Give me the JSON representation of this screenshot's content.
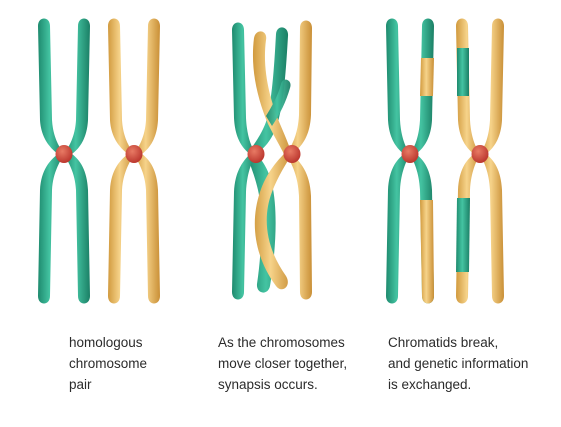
{
  "colors": {
    "green": "#2aa888",
    "yellow": "#e9bb63",
    "centromere": "#d64a3a",
    "text": "#2b2b2b",
    "background": "#ffffff"
  },
  "panels": [
    {
      "name": "homologous-pair",
      "caption_lines": [
        "homologous",
        "chromosome",
        "pair"
      ]
    },
    {
      "name": "synapsis",
      "caption_lines": [
        "As the chromosomes",
        "move closer together,",
        "synapsis occurs."
      ]
    },
    {
      "name": "crossing-over",
      "caption_lines": [
        "Chromatids break,",
        "and genetic information",
        "is exchanged."
      ]
    }
  ]
}
